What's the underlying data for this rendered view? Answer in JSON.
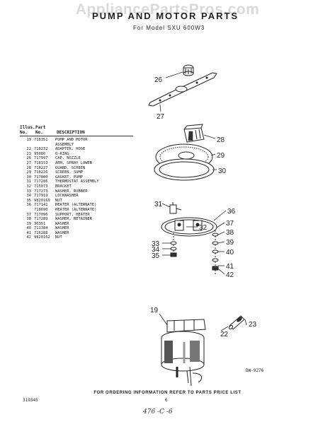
{
  "watermark": "AppliancePartsPros.com",
  "header": {
    "title": "PUMP AND MOTOR PARTS",
    "subtitle": "For Model SXU 600W3"
  },
  "parts_table": {
    "header": {
      "illus_line1": "Illus.",
      "illus_line2": "No.",
      "part_line1": "Part",
      "part_line2": "No.",
      "description": "DESCRIPTION"
    },
    "rows": [
      {
        "no": "19",
        "part": "718351",
        "desc": "PUMP AND MOTOR"
      },
      {
        "no": "",
        "part": "",
        "desc": "ASSEMBLY"
      },
      {
        "no": "22",
        "part": "718232",
        "desc": "ADAPTER, HOSE"
      },
      {
        "no": "23",
        "part": "95080",
        "desc": "O-RING"
      },
      {
        "no": "26",
        "part": "717997",
        "desc": "CAP, NOZZLE"
      },
      {
        "no": "27",
        "part": "718153",
        "desc": "ARM, SPRAY LOWER"
      },
      {
        "no": "28",
        "part": "718227",
        "desc": "GUARD, SCREEN"
      },
      {
        "no": "29",
        "part": "718226",
        "desc": "SCREEN, SUMP"
      },
      {
        "no": "30",
        "part": "717000",
        "desc": "GASKET, PUMP"
      },
      {
        "no": "31",
        "part": "717286",
        "desc": "THERMOSTAT ASSEMBLY"
      },
      {
        "no": "32",
        "part": "715073",
        "desc": "BRACKET"
      },
      {
        "no": "33",
        "part": "717273",
        "desc": "WASHER, RUBBER"
      },
      {
        "no": "34",
        "part": "717919",
        "desc": "LOCKWASHER"
      },
      {
        "no": "35",
        "part": "9820169",
        "desc": "NUT"
      },
      {
        "no": "36",
        "part": "717141",
        "desc": "HEATER (ALTERNATE)"
      },
      {
        "no": "",
        "part": "718690",
        "desc": "HEATER (ALTERNATE)"
      },
      {
        "no": "37",
        "part": "717096",
        "desc": "SUPPORT, HEATER"
      },
      {
        "no": "38",
        "part": "717289",
        "desc": "WASHER, RETAINER"
      },
      {
        "no": "39",
        "part": "36351",
        "desc": "WASHER"
      },
      {
        "no": "40",
        "part": "711384",
        "desc": "WASHER"
      },
      {
        "no": "41",
        "part": "716288",
        "desc": "WASHER"
      },
      {
        "no": "42",
        "part": "9820162",
        "desc": "NUT"
      }
    ]
  },
  "callouts": [
    "26",
    "27",
    "28",
    "29",
    "30",
    "31",
    "32",
    "33",
    "34",
    "35",
    "36",
    "37",
    "38",
    "39",
    "40",
    "41",
    "42",
    "19",
    "22",
    "23"
  ],
  "diagram_code": "DW-9276",
  "footer": {
    "note": "FOR ORDERING INFORMATION REFER TO PARTS PRICE LIST",
    "code": "319345",
    "page": "6",
    "handwritten": "476 -C -6"
  }
}
